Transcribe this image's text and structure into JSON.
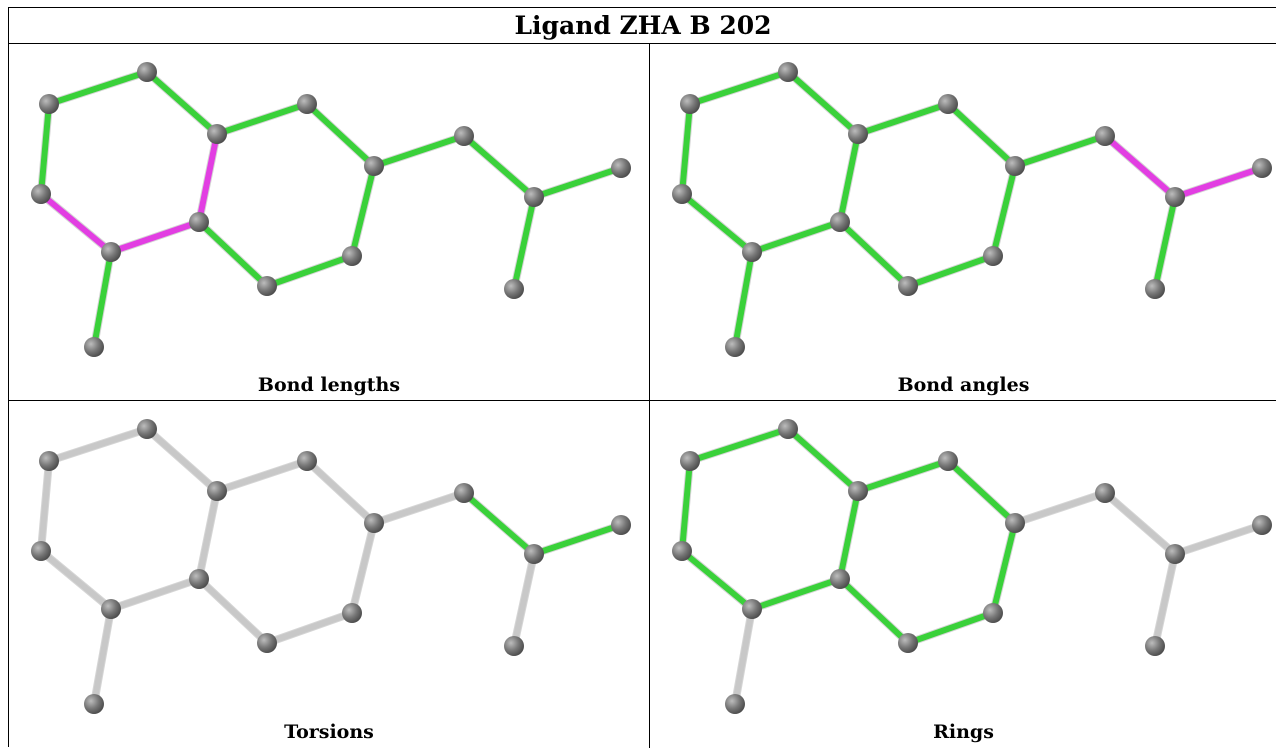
{
  "title": "Ligand ZHA B 202",
  "colors": {
    "ok": "#3ad13a",
    "outlier": "#e23ee2",
    "neutral": "#c8c8c8",
    "atom": "#777777"
  },
  "panels": [
    {
      "id": "tl",
      "caption": "Bond lengths",
      "outlier_bonds": [
        [
          2,
          3
        ],
        [
          3,
          4
        ],
        [
          4,
          5
        ]
      ],
      "ok_bonds": "all"
    },
    {
      "id": "tr",
      "caption": "Bond angles",
      "outlier_bonds": [
        [
          10,
          11
        ],
        [
          11,
          12
        ]
      ],
      "ok_bonds": "all"
    },
    {
      "id": "bl",
      "caption": "Torsions",
      "outlier_bonds": [],
      "ok_bonds": [
        [
          10,
          11
        ],
        [
          11,
          12
        ]
      ]
    },
    {
      "id": "br",
      "caption": "Rings",
      "outlier_bonds": [],
      "ok_bonds": "rings"
    }
  ]
}
